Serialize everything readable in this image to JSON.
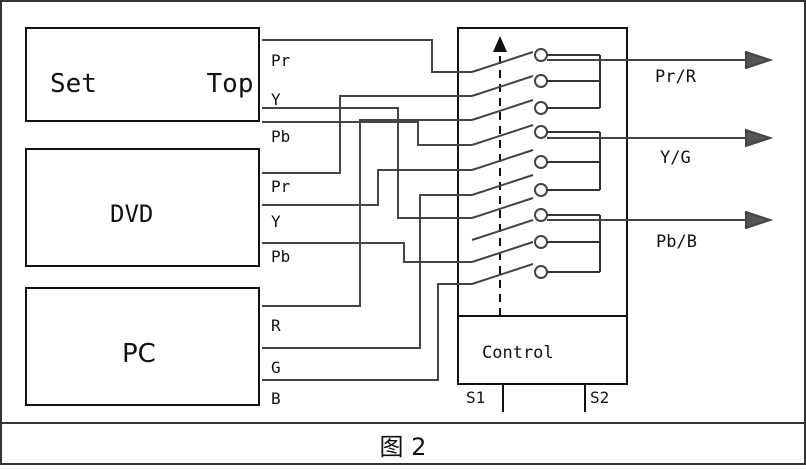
{
  "diagram": {
    "sources": [
      {
        "label": "Set       Top",
        "outputs": [
          "Pr",
          "Y",
          "Pb"
        ]
      },
      {
        "label": "DVD",
        "outputs": [
          "Pr",
          "Y",
          "Pb"
        ]
      },
      {
        "label": "PC",
        "outputs": [
          "R",
          "G",
          "B"
        ]
      }
    ],
    "controller": {
      "label": "Control",
      "pins": [
        "S1",
        "S2"
      ]
    },
    "outputs": [
      "Pr/R",
      "Y/G",
      "Pb/B"
    ],
    "caption": "图 2"
  }
}
